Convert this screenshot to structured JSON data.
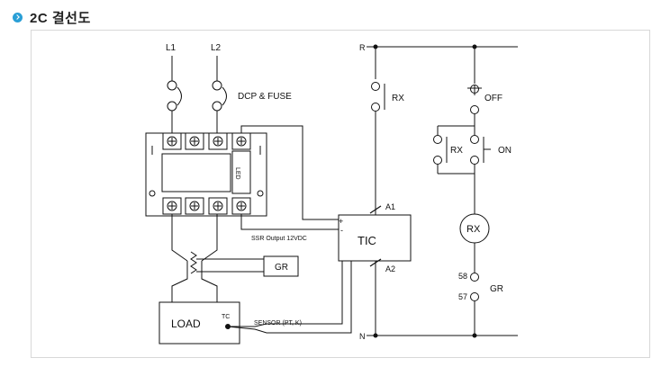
{
  "header": {
    "bullet_icon": "chevron-right-circle-icon",
    "title": "2C 결선도"
  },
  "diagram": {
    "power_labels": {
      "l1": "L1",
      "l2": "L2",
      "r": "R",
      "n": "N"
    },
    "dcp_fuse": "DCP & FUSE",
    "led": "LED",
    "ssr_output": "SSR Output 12VDC",
    "plus": "+",
    "minus": "-",
    "tic": "TIC",
    "a1": "A1",
    "a2": "A2",
    "gr_box": "GR",
    "load": "LOAD",
    "tc": "TC",
    "sensor": "SENSOR  (PT, K)",
    "rx_contact": "RX",
    "rx_hold": "RX",
    "off": "OFF",
    "on": "ON",
    "rx_coil": "RX",
    "t58": "58",
    "t57": "57",
    "gr_contact": "GR"
  }
}
